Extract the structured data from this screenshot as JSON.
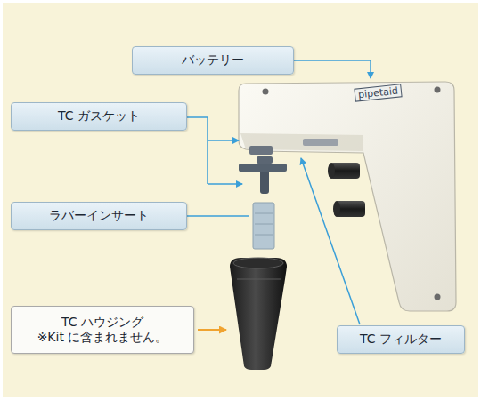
{
  "diagram": {
    "nodes": [
      {
        "text": [
          "バッテリー"
        ]
      },
      {
        "text": [
          "TC ガスケット"
        ]
      },
      {
        "text": [
          "ラバーインサート"
        ]
      },
      {
        "text": [
          "TC ハウジング",
          "※Kit に含まれません。"
        ]
      },
      {
        "text": [
          "TC フィルター"
        ]
      }
    ],
    "labels": [
      "pipetaid"
    ]
  }
}
